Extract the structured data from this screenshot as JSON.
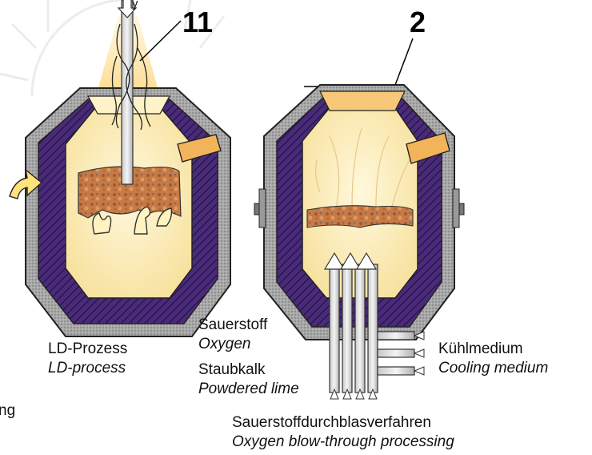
{
  "numbers": {
    "lance_ref": "11",
    "cover_ref": "2"
  },
  "left_converter": {
    "lance_label_partial": "y",
    "title_de": "LD-Prozess",
    "title_en": "LD-process"
  },
  "right_converter": {
    "inlet_label_de_1": "Sauerstoff",
    "inlet_label_en_1": "Oxygen",
    "inlet_label_de_2": "Staubkalk",
    "inlet_label_en_2": "Powdered lime",
    "coolant_de": "Kühlmedium",
    "coolant_en": "Cooling medium",
    "caption_de": "Sauerstoffdurchblasverfahren",
    "caption_en": "Oxygen blow-through processing"
  },
  "edge_text_partial": "ng",
  "colors": {
    "lining": "#4a2a7a",
    "shell": "#9a9a9a",
    "melt": "#fff3c0",
    "slag": "#c87a45",
    "flame": "#ffd98a",
    "tap": "#f2b45a",
    "arrow": "#ffe27a"
  }
}
